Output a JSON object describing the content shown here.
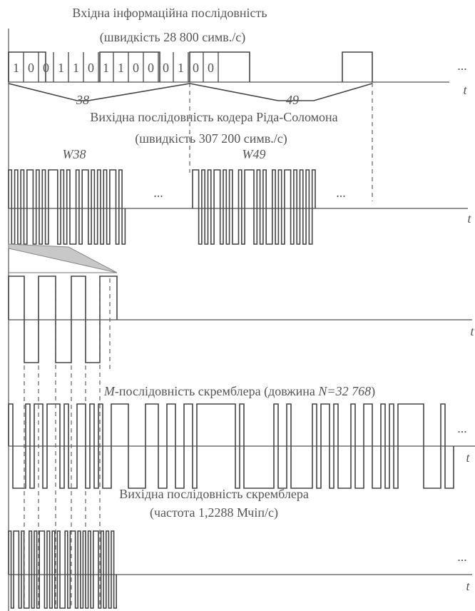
{
  "panel1": {
    "title": "Вхідна інформаційна послідовність",
    "rate": "(швидкість 28 800 симв./с)",
    "bits": [
      "1",
      "0",
      "0",
      "1",
      "1",
      "0",
      "1",
      "1",
      "0",
      "0",
      "0",
      "1",
      "0",
      "0"
    ],
    "ellipsis": "...",
    "group_a": "38",
    "group_b": "49",
    "axis_label": "t"
  },
  "panel2": {
    "title": "Вихідна послідовність кодера Ріда-Соломона",
    "rate": "(швидкість 307 200 симв./с)",
    "word_a": "W38",
    "word_b": "W49",
    "ellipsis": "...",
    "axis_label": "t"
  },
  "panel3": {
    "axis_label": "t"
  },
  "panel4": {
    "title_m": "M",
    "title_rest": "-послідовність скремблера (довжина ",
    "title_n": "N=32 768",
    "title_close": ")",
    "ellipsis": "...",
    "axis_label": "t"
  },
  "panel5": {
    "title": "Вихідна послідовність скремблера",
    "rate": "(частота 1,2288 Мчіп/с)",
    "ellipsis": "...",
    "axis_label": "t"
  }
}
